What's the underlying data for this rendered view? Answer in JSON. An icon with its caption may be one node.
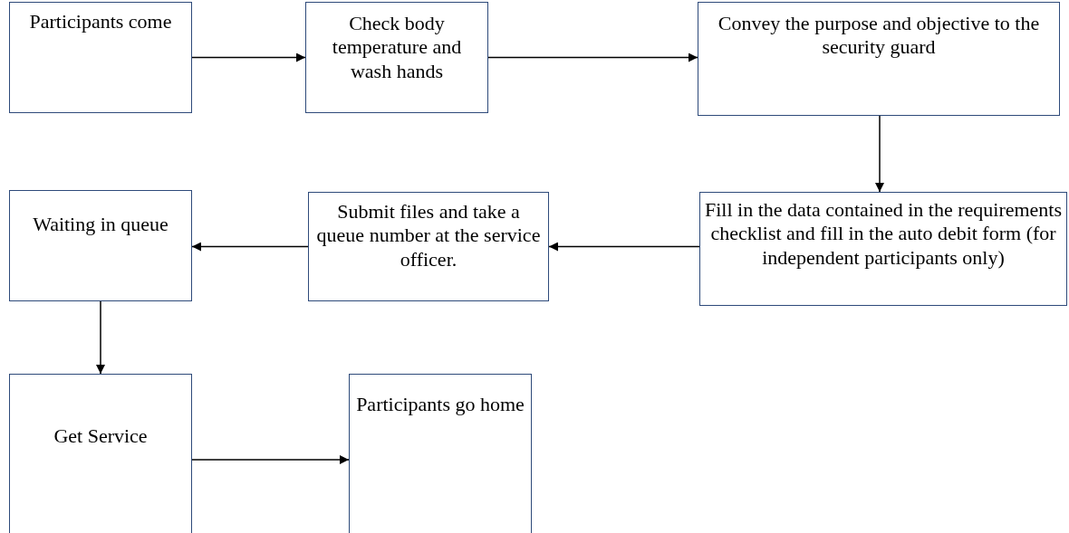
{
  "diagram": {
    "nodes": [
      {
        "text": [
          "Participants come"
        ]
      },
      {
        "text": [
          "Check body temperature and wash hands"
        ]
      },
      {
        "text": [
          "Convey the purpose and objective to the security guard"
        ]
      },
      {
        "text": [
          "Fill in the data contained in the requirements checklist and fill in the auto debit form (for independent participants only)"
        ]
      },
      {
        "text": [
          "Submit files and take a queue number at the service officer."
        ]
      },
      {
        "text": [
          "Waiting in queue"
        ]
      },
      {
        "text": [
          "Get Service"
        ]
      },
      {
        "text": [
          "Participants go home"
        ]
      }
    ],
    "edges": [
      {
        "from": 0,
        "to": 1,
        "arrow": "to"
      },
      {
        "from": 1,
        "to": 2,
        "arrow": "to"
      },
      {
        "from": 2,
        "to": 3,
        "arrow": "to"
      },
      {
        "from": 3,
        "to": 4,
        "arrow": "to"
      },
      {
        "from": 4,
        "to": 5,
        "arrow": "to"
      },
      {
        "from": 5,
        "to": 6,
        "arrow": "to"
      },
      {
        "from": 6,
        "to": 7,
        "arrow": "to"
      }
    ]
  }
}
